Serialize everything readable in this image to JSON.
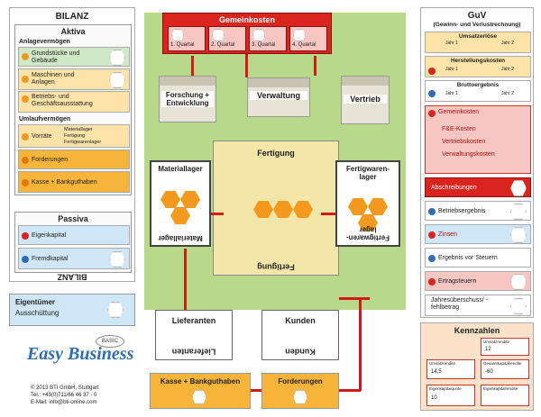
{
  "bilanz": {
    "title": "BILANZ",
    "title_mirror": "BILANZ",
    "aktiva": "Aktiva",
    "anlagevermoegen": "Anlagevermögen",
    "grundstuecke": "Grundstücke und Gebäude",
    "maschinen": "Maschinen und Anlagen",
    "betriebs": "Betriebs- und Geschäftsausstattung",
    "umlaufvermoegen": "Umlaufvermögen",
    "vorraete": "Vorräte",
    "vorraete_items": [
      "Materiallager",
      "Fertigung",
      "Fertigwarenlager"
    ],
    "forderungen": "Forderungen",
    "kasse": "Kasse + Bankguthaben",
    "passiva": "Passiva",
    "eigenkapital": "Eigenkapital",
    "fremdkapital": "Fremdkapital"
  },
  "eigentuemer": {
    "line1": "Eigentümer",
    "line2": "Ausschüttung"
  },
  "brand": {
    "logo": "Easy Business",
    "basic": "BASIC",
    "copyright": "© 2013 BTI GmbH, Stuttgart",
    "tel": "Tel.: +49(0)711/66 46 37 - 0",
    "email": "E-Mail: info@bti-online.com"
  },
  "center": {
    "gemeinkosten": "Gemeinkosten",
    "quartale": [
      "1. Quartal",
      "2. Quartal",
      "3. Quartal",
      "4. Quartal"
    ],
    "forschung": "Forschung + Entwicklung",
    "verwaltung": "Verwaltung",
    "vertrieb": "Vertrieb",
    "fertigung": "Fertigung",
    "fertigung_mirror": "Fertigung",
    "materiallager": "Materiallager",
    "materiallager_mirror": "Materiallager",
    "fertigwarenlager": "Fertigwaren-lager",
    "fertigwarenlager_mirror": "Fertigwaren-lager",
    "lieferanten": "Lieferanten",
    "lieferanten_mirror": "Lieferanten",
    "kunden": "Kunden",
    "kunden_mirror": "Kunden",
    "kasse_bottom": "Kasse + Bankguthaben",
    "forderungen_bottom": "Forderungen"
  },
  "guv": {
    "title": "GuV",
    "subtitle": "(Gewinn- und Verlustrechnung)",
    "umsatzerloese": "Umsatzerlöse",
    "jahr1": "Jahr 1",
    "jahr2": "Jahr 2",
    "herstellungskosten": "Herstellungskosten",
    "bruttoergebnis": "Bruttoergebnis",
    "gemeinkosten": "Gemeinkosten",
    "fe_kosten": "F&E-Kosten",
    "vertriebskosten": "Vertriebskosten",
    "verwaltungskosten": "Verwaltungskosten",
    "abschreibungen": "Abschreibungen",
    "betriebsergebnis": "Betriebsergebnis",
    "zinsen": "Zinsen",
    "ergebnis_vor_steuern": "Ergebnis vor Steuern",
    "ertragsteuern": "Ertragsteuern",
    "jahresueberschuss": "Jahresüberschuss/ -fehlbetrag"
  },
  "kennzahlen": {
    "title": "Kennzahlen",
    "k1": "Umsatzrendite",
    "k2": "Umsatzrendite",
    "k3": "Gesamtkapitalrendite",
    "k4": "Eigenkapitalquote",
    "k5": "Eigenkapitalrendite",
    "v1": "12",
    "v2": "14,5",
    "v3": "-60",
    "v4": "10"
  },
  "colors": {
    "orange": "#f7b43a",
    "light_orange": "#fde3a7",
    "red": "#d9251d",
    "pink": "#f6c6c3",
    "blue": "#cfe6f7",
    "blue_dark": "#2f6db5",
    "green": "#cfe8c6",
    "grass": "#b9d98a"
  }
}
